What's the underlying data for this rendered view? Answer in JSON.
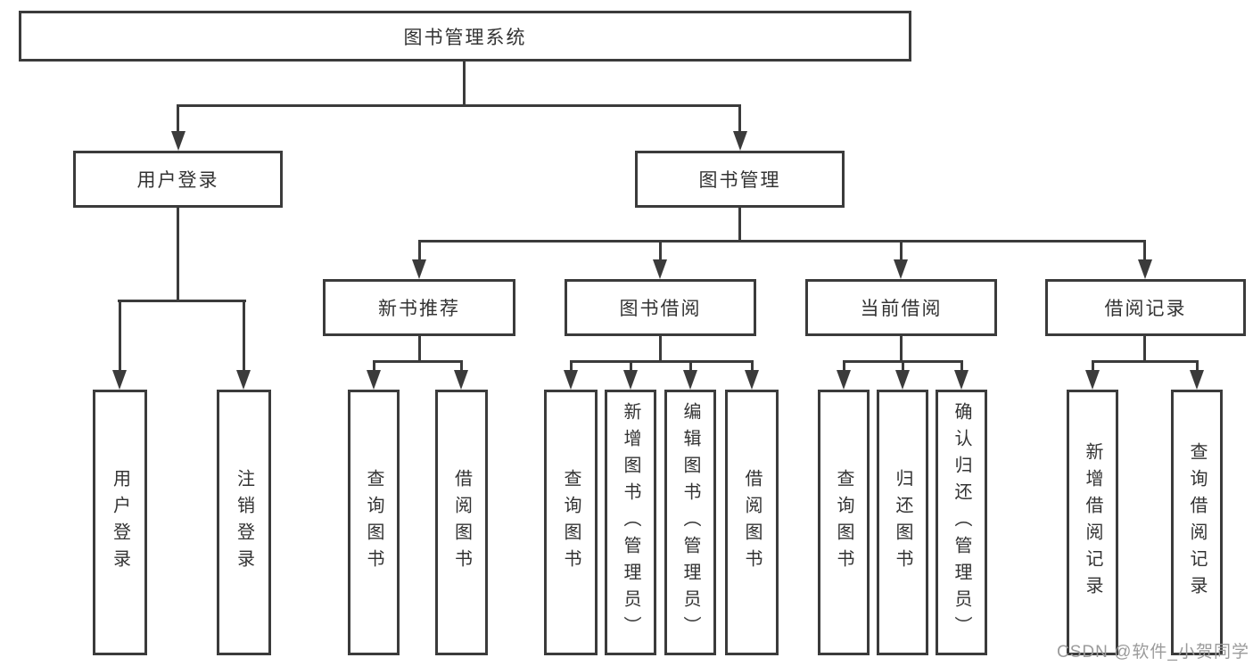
{
  "tree": {
    "root": "图书管理系统",
    "branches": [
      "用户登录",
      "图书管理"
    ],
    "modules": [
      "新书推荐",
      "图书借阅",
      "当前借阅",
      "借阅记录"
    ],
    "leaves": {
      "login": [
        "用户登录",
        "注销登录"
      ],
      "recommend": [
        "查询图书",
        "借阅图书"
      ],
      "borrow": [
        "查询图书",
        "新增图书（管理员）",
        "编辑图书（管理员）",
        "借阅图书"
      ],
      "current": [
        "查询图书",
        "归还图书",
        "确认归还（管理员）"
      ],
      "records": [
        "新增借阅记录",
        "查询借阅记录"
      ]
    }
  },
  "watermark": {
    "text": "CSDN @软件_小贺同学"
  },
  "colors": {
    "line": "#3b3b3b",
    "text": "#333333",
    "background": "#ffffff",
    "watermark": "#9b9b9b"
  }
}
